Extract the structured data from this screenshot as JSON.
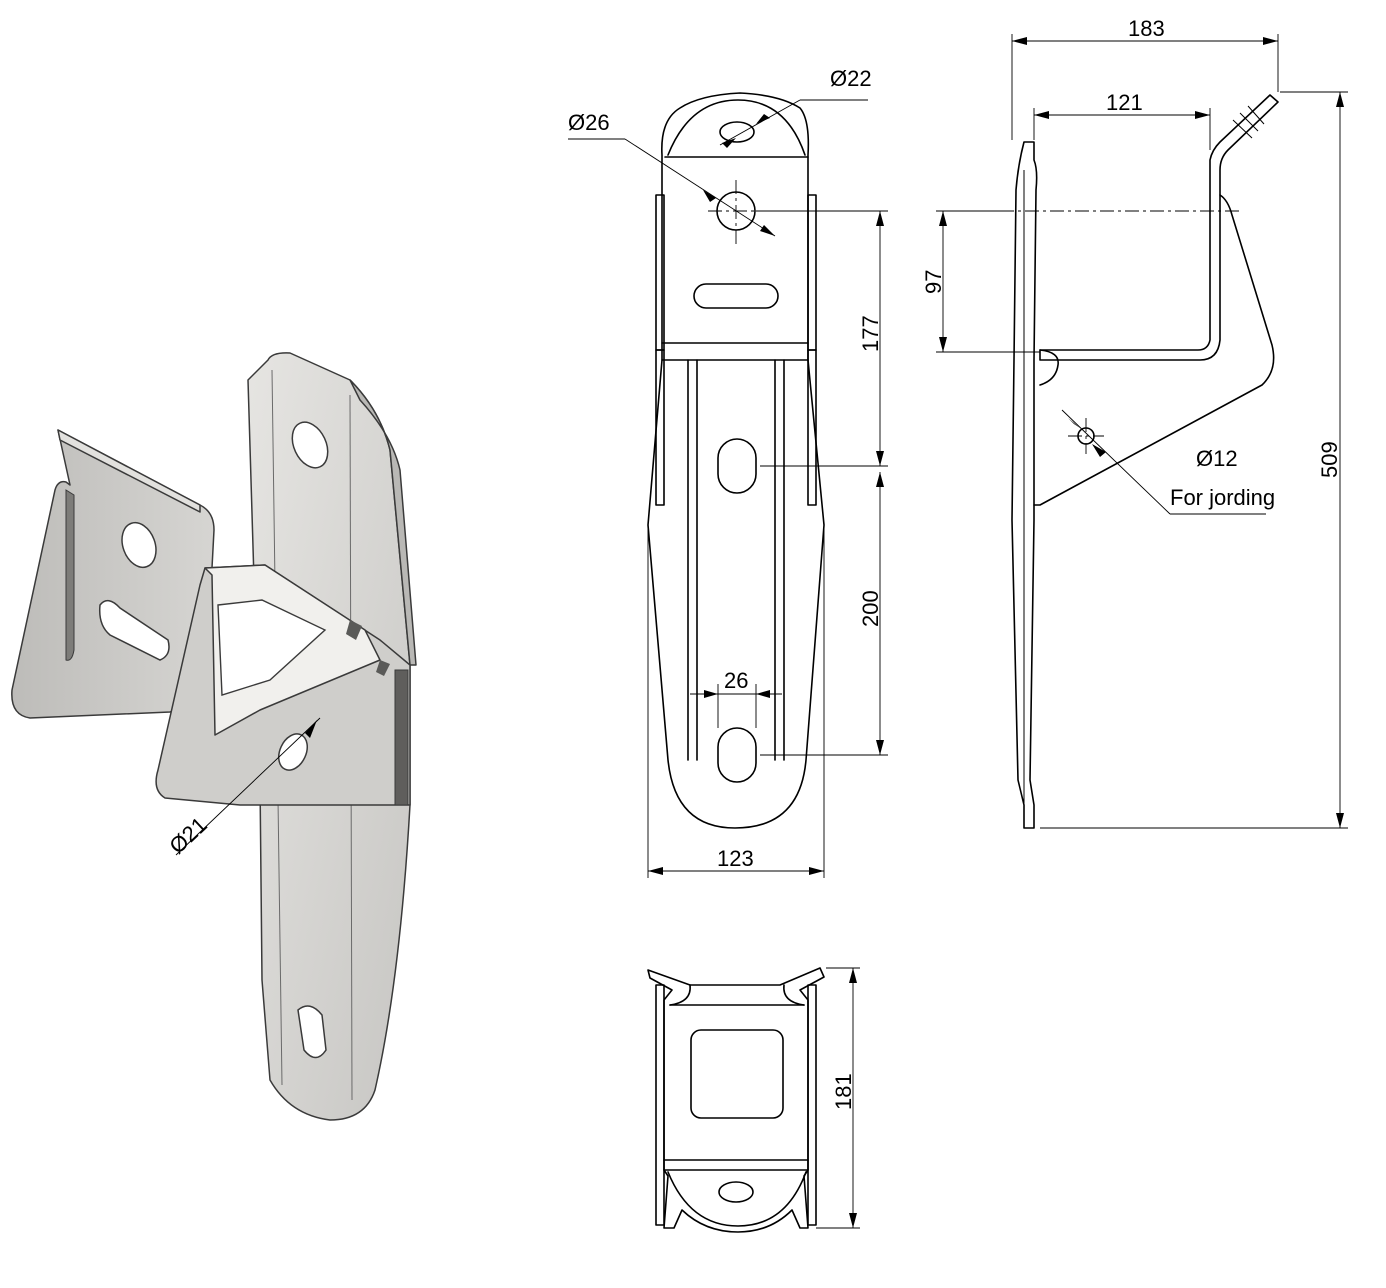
{
  "dimensions": {
    "iso_hole_dia": "Ø21",
    "front_top_hole_dia": "Ø22",
    "front_upper_hole_dia": "Ø26",
    "front_upper_spacing": "177",
    "front_lower_spacing": "200",
    "front_slot_width": "26",
    "front_overall_width": "123",
    "side_overall_depth": "183",
    "side_inner_depth": "121",
    "side_hole_offset": "97",
    "side_overall_height": "509",
    "side_ground_hole_dia": "Ø12",
    "side_ground_hole_note": "For jording",
    "top_overall_height": "181"
  },
  "colors": {
    "line": "#000000",
    "metal_light": "#d9d8d5",
    "metal_mid": "#c3c2bf",
    "metal_dark": "#8f8e8b",
    "background": "#ffffff"
  }
}
